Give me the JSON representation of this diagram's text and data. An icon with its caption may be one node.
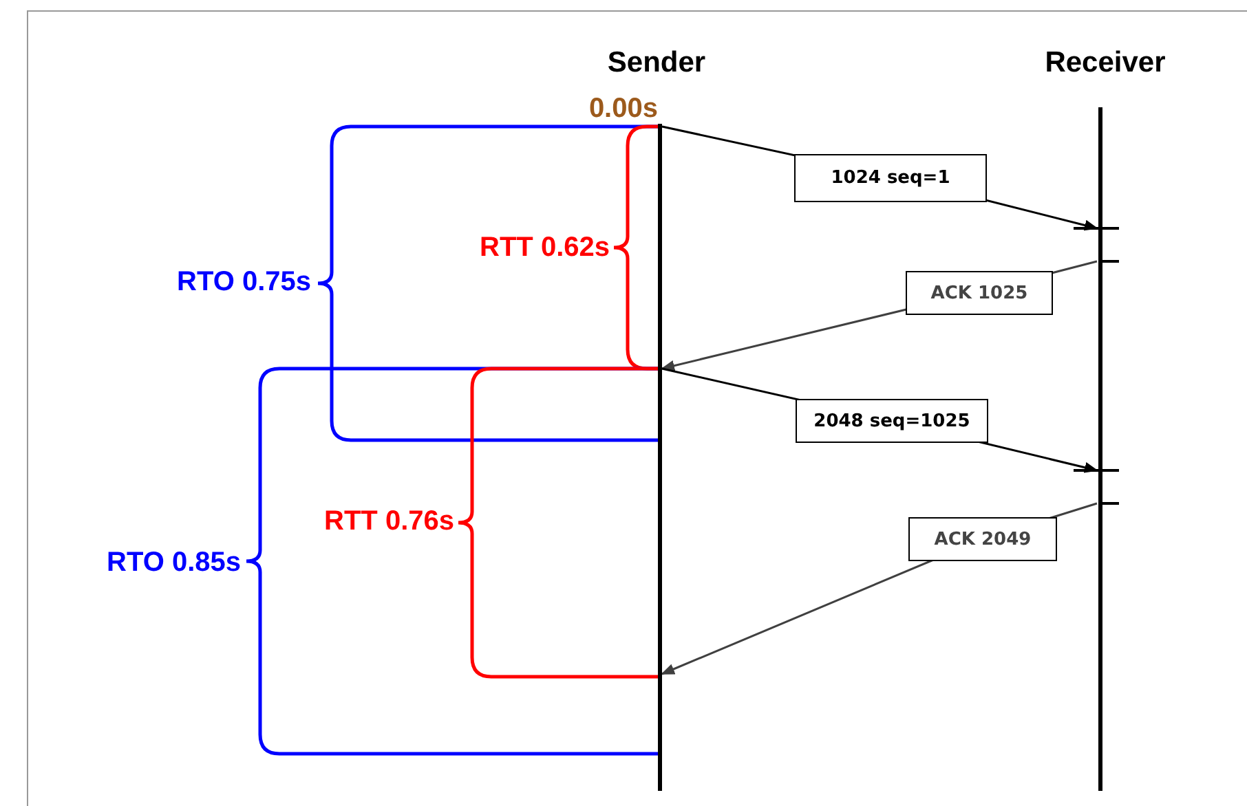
{
  "diagram": {
    "nodes": [
      {
        "text": [
          "Sender"
        ]
      },
      {
        "text": [
          "Receiver"
        ]
      }
    ],
    "edges": [
      {
        "from": 0,
        "to": 1,
        "arrow": "to",
        "label": "1024 seq=1"
      },
      {
        "from": 1,
        "to": 0,
        "arrow": "to",
        "label": "ACK 1025",
        "color": "#404040"
      },
      {
        "from": 0,
        "to": 1,
        "arrow": "to",
        "label": "2048 seq=1025"
      },
      {
        "from": 1,
        "to": 0,
        "arrow": "to",
        "label": "ACK 2049",
        "color": "#404040"
      }
    ],
    "labels": [
      "0.00s",
      "RTO 0.75s",
      "RTT 0.62s",
      "RTT 0.76s",
      "RTO 0.85s"
    ]
  }
}
